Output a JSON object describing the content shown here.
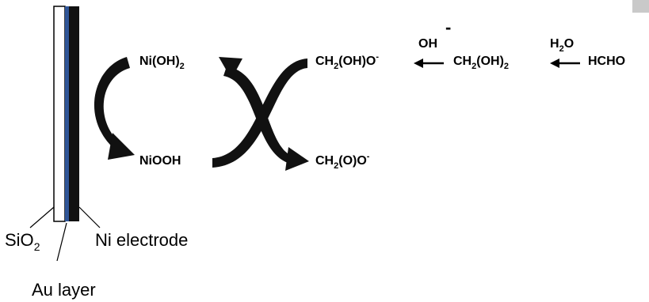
{
  "electrode": {
    "label_sio2": "SiO",
    "label_sio2_sub": "2",
    "label_au": "Au layer",
    "label_ni": "Ni electrode"
  },
  "species": {
    "nioh2": {
      "main": "Ni(OH)",
      "sub": "2"
    },
    "niooh": "NiOOH",
    "ch2oho": {
      "a": "CH",
      "a_sub": "2",
      "b": "(OH)O",
      "sup": "-"
    },
    "ch2oo": {
      "a": "CH",
      "a_sub": "2",
      "b": "(O)O",
      "sup": "-"
    },
    "ch2oh2": {
      "a": "CH",
      "a_sub": "2",
      "b": "(OH)",
      "b_sub": "2"
    },
    "hcho": "HCHO"
  },
  "reagents": {
    "oh": "OH",
    "oh_sup": "-",
    "h2o": {
      "a": "H",
      "sub": "2",
      "b": "O"
    }
  },
  "colors": {
    "ni_layer": "#111111",
    "au_layer": "#2f5597",
    "sio2_layer": "#ffffff",
    "arrow_fill": "#111111"
  }
}
